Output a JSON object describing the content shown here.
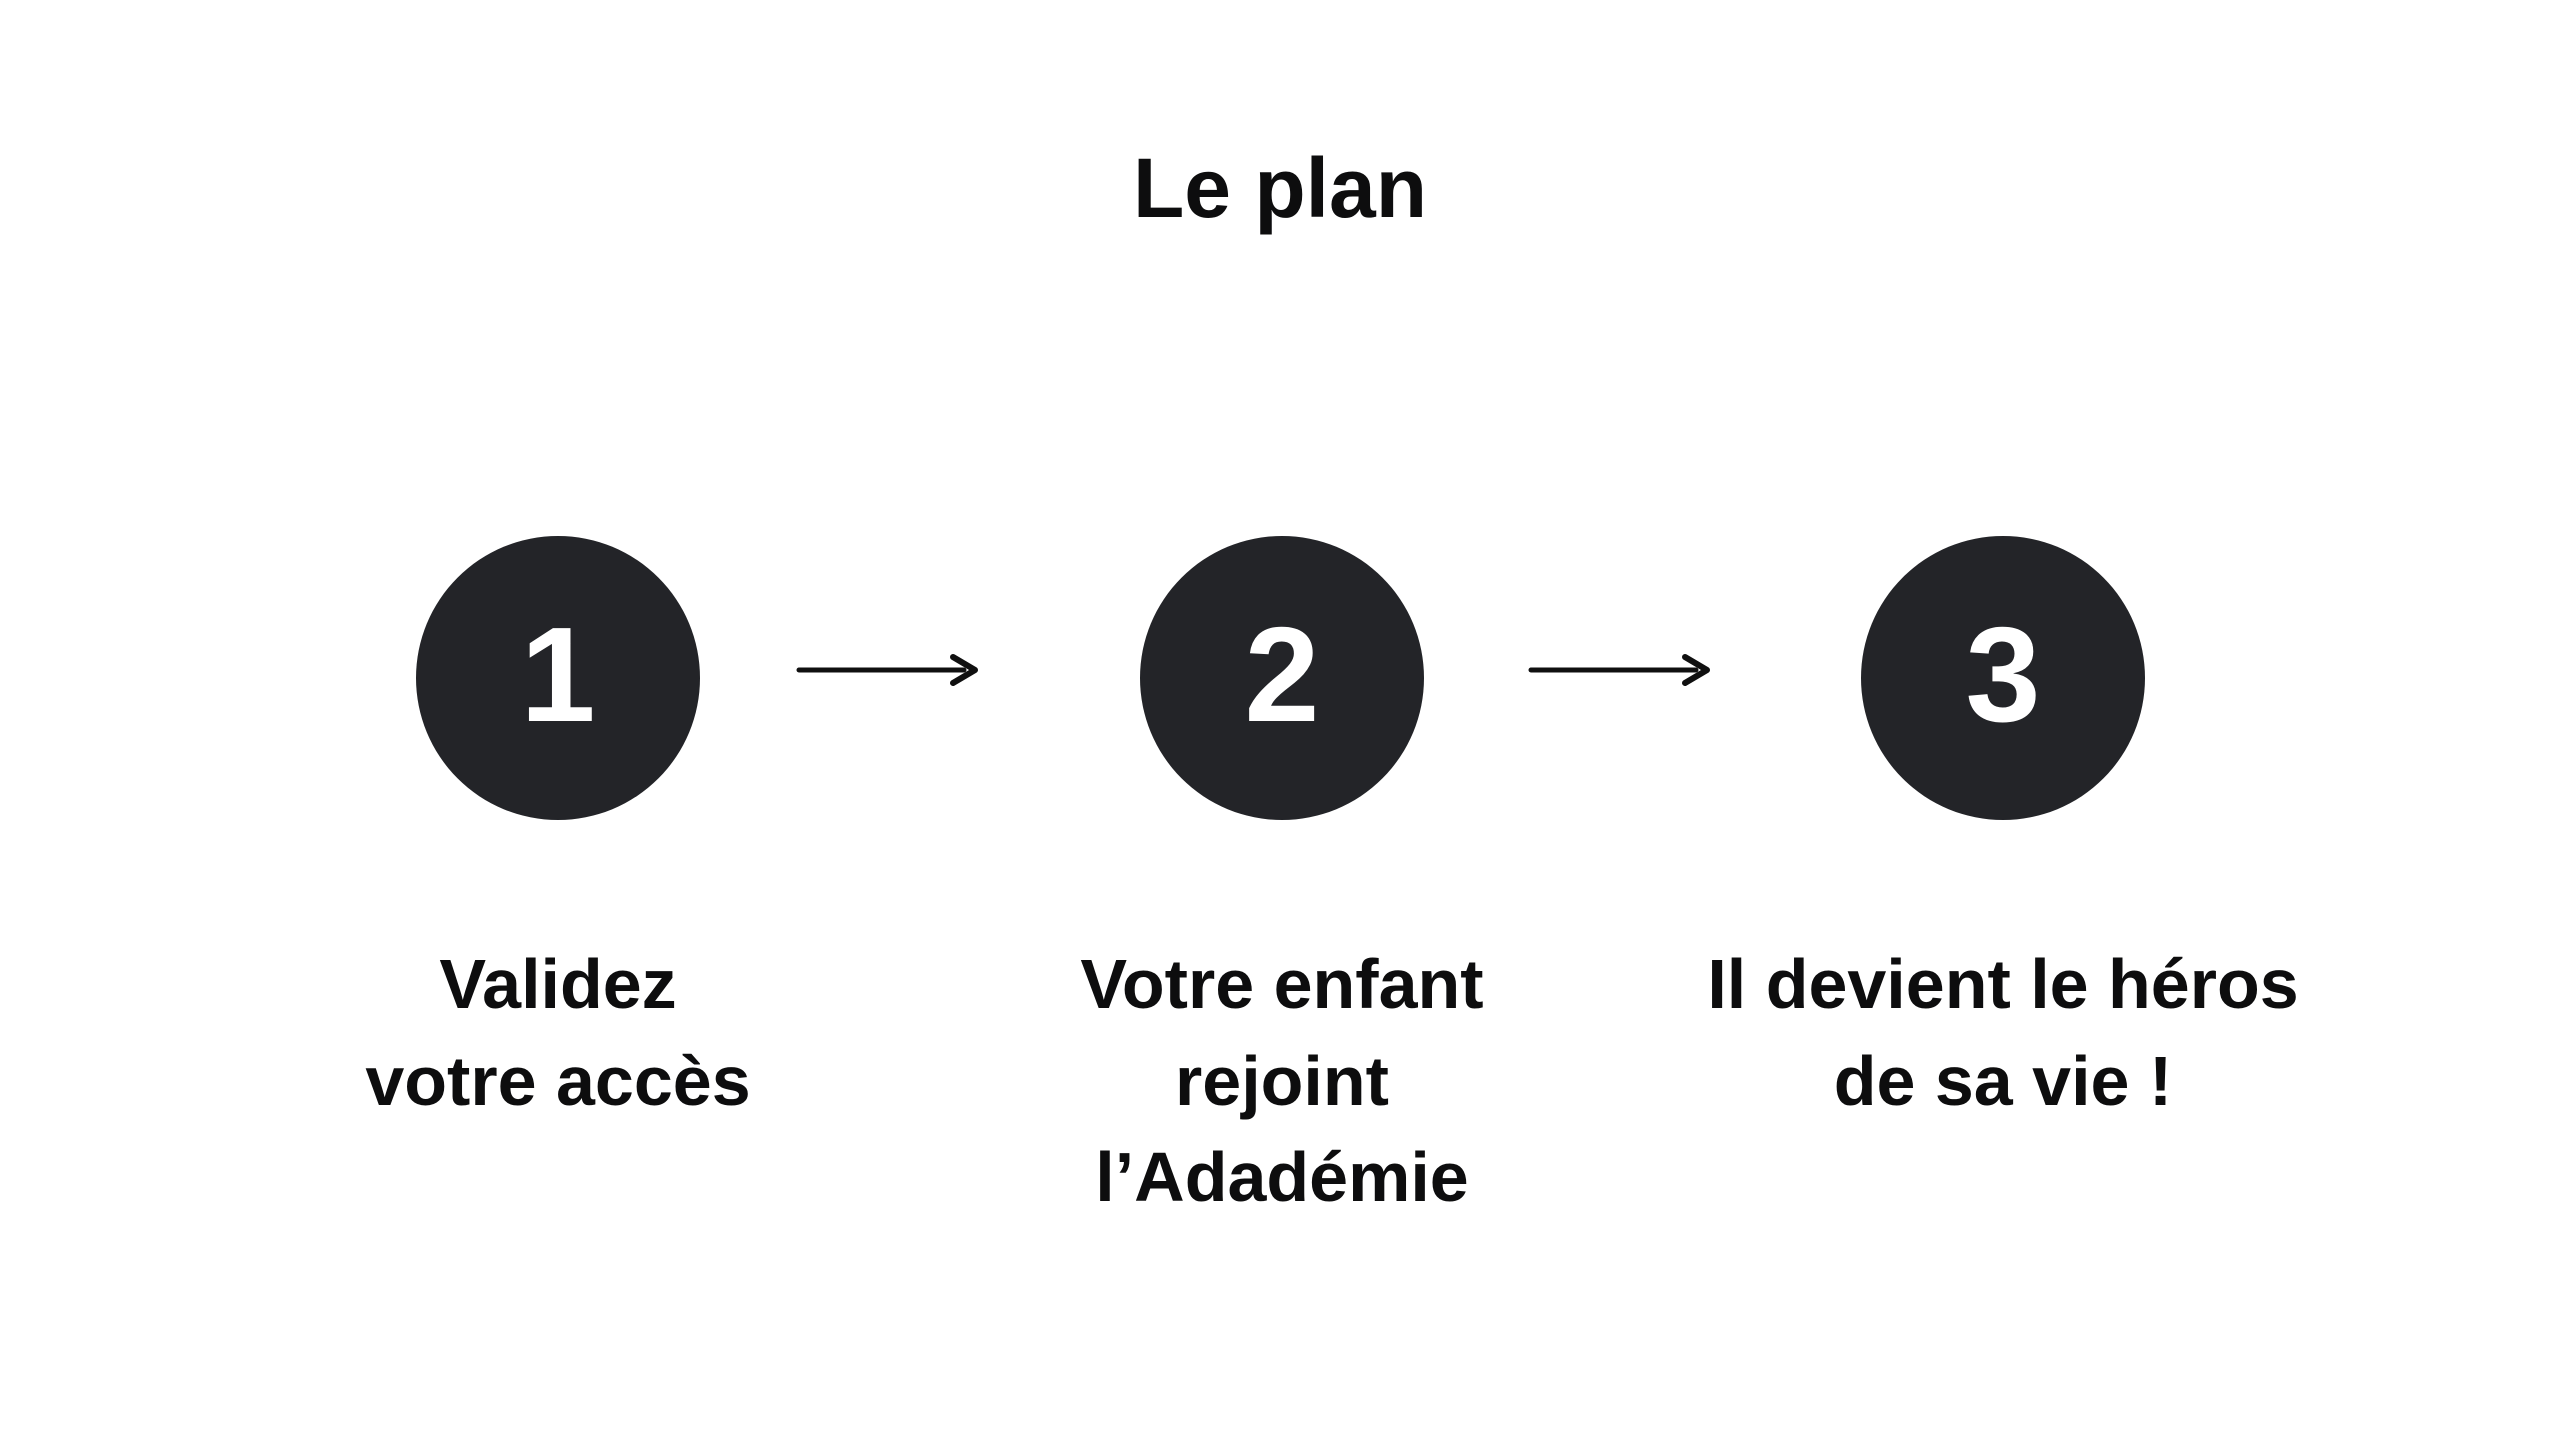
{
  "title": "Le plan",
  "steps": [
    {
      "number": "1",
      "caption": "Validez\nvotre accès"
    },
    {
      "number": "2",
      "caption": "Votre enfant\nrejoint\nl’Adadémie"
    },
    {
      "number": "3",
      "caption": "Il devient le héros\nde sa vie !"
    }
  ],
  "icons": {
    "between_steps": "right-arrow-icon"
  },
  "colors": {
    "background": "#ffffff",
    "circle_fill": "#232428",
    "number_text": "#ffffff",
    "text": "#0d0d0e",
    "arrow": "#101010"
  }
}
